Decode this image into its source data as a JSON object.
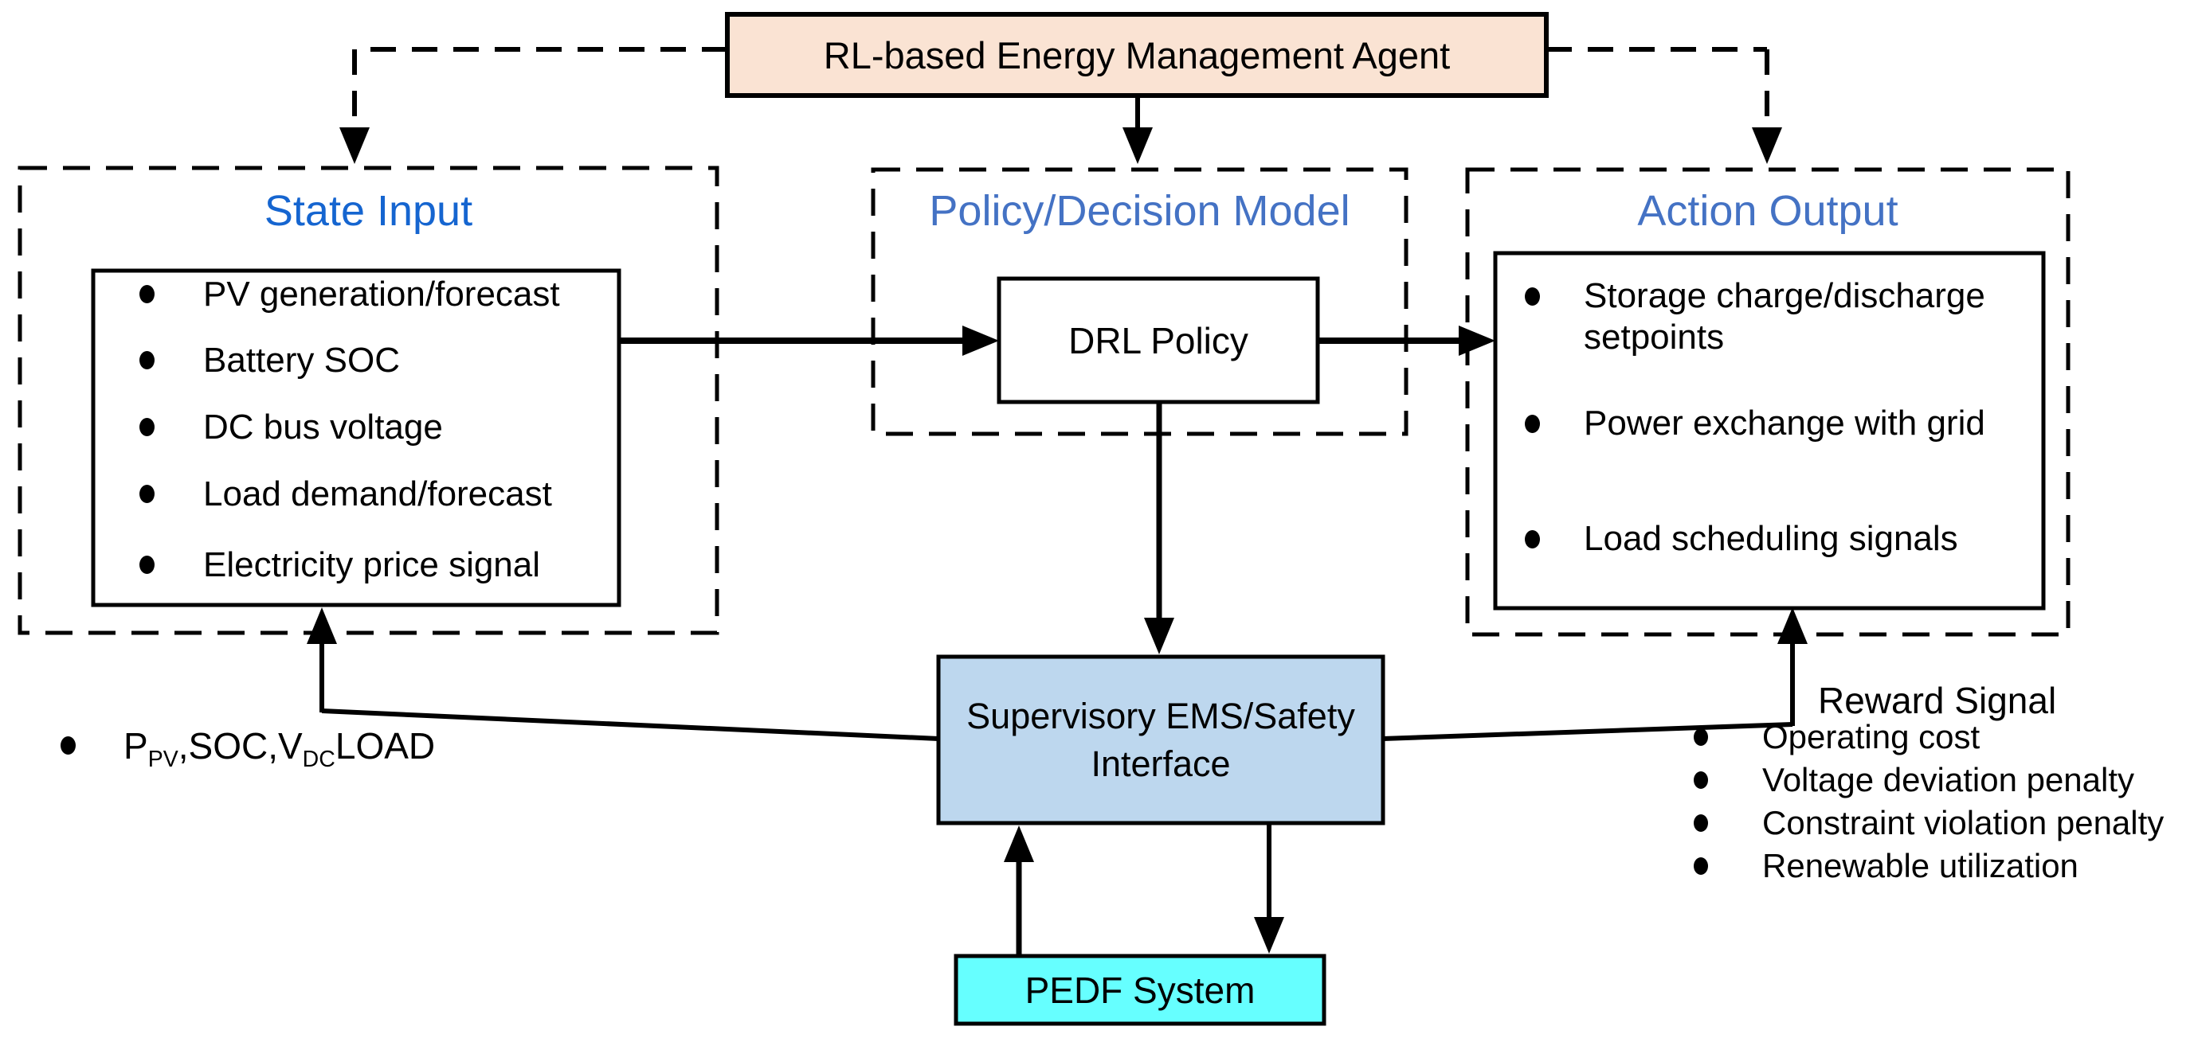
{
  "agent": {
    "label": "RL-based Energy Management Agent"
  },
  "state_input": {
    "title": "State Input",
    "items": [
      "PV generation/forecast",
      "Battery SOC",
      "DC bus voltage",
      "Load demand/forecast",
      "Electricity price signal"
    ],
    "note_segments": [
      {
        "text": "P"
      },
      {
        "text": "PV",
        "sub": true
      },
      {
        "text": ",SOC,V"
      },
      {
        "text": "DC",
        "sub": true
      },
      {
        "text": "LOAD"
      }
    ]
  },
  "policy": {
    "title": "Policy/Decision Model",
    "drl_label": "DRL Policy"
  },
  "action_output": {
    "title": "Action Output",
    "items": [
      "Storage charge/discharge setpoints",
      "Power exchange with grid",
      "Load scheduling signals"
    ]
  },
  "supervisor": {
    "label": "Supervisory EMS/Safety Interface"
  },
  "pedf": {
    "label": "PEDF System"
  },
  "reward": {
    "title": "Reward Signal",
    "items": [
      "Operating cost",
      "Voltage deviation penalty",
      "Constraint violation penalty",
      "Renewable utilization"
    ]
  },
  "colors": {
    "agent_fill": "#FAE3D3",
    "supervisor_fill": "#BDD7EE",
    "pedf_fill": "#66FFFF",
    "state_title": "#1565D0",
    "policy_title": "#4472C4",
    "action_title": "#4472C4",
    "line": "#000000"
  }
}
